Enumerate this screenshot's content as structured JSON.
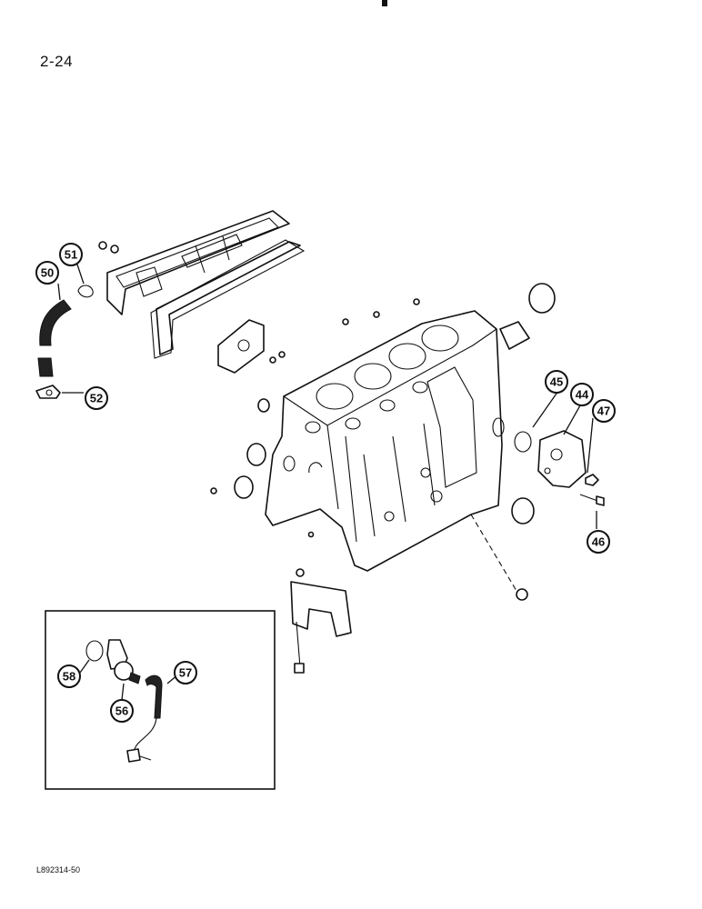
{
  "page": {
    "number": "2-24",
    "figure_code": "L892314-50"
  },
  "callouts": [
    {
      "id": "callout-44",
      "label": "44"
    },
    {
      "id": "callout-45",
      "label": "45"
    },
    {
      "id": "callout-46",
      "label": "46"
    },
    {
      "id": "callout-47",
      "label": "47"
    },
    {
      "id": "callout-50",
      "label": "50"
    },
    {
      "id": "callout-51",
      "label": "51"
    },
    {
      "id": "callout-52",
      "label": "52"
    },
    {
      "id": "callout-56",
      "label": "56"
    },
    {
      "id": "callout-57",
      "label": "57"
    },
    {
      "id": "callout-58",
      "label": "58"
    }
  ]
}
